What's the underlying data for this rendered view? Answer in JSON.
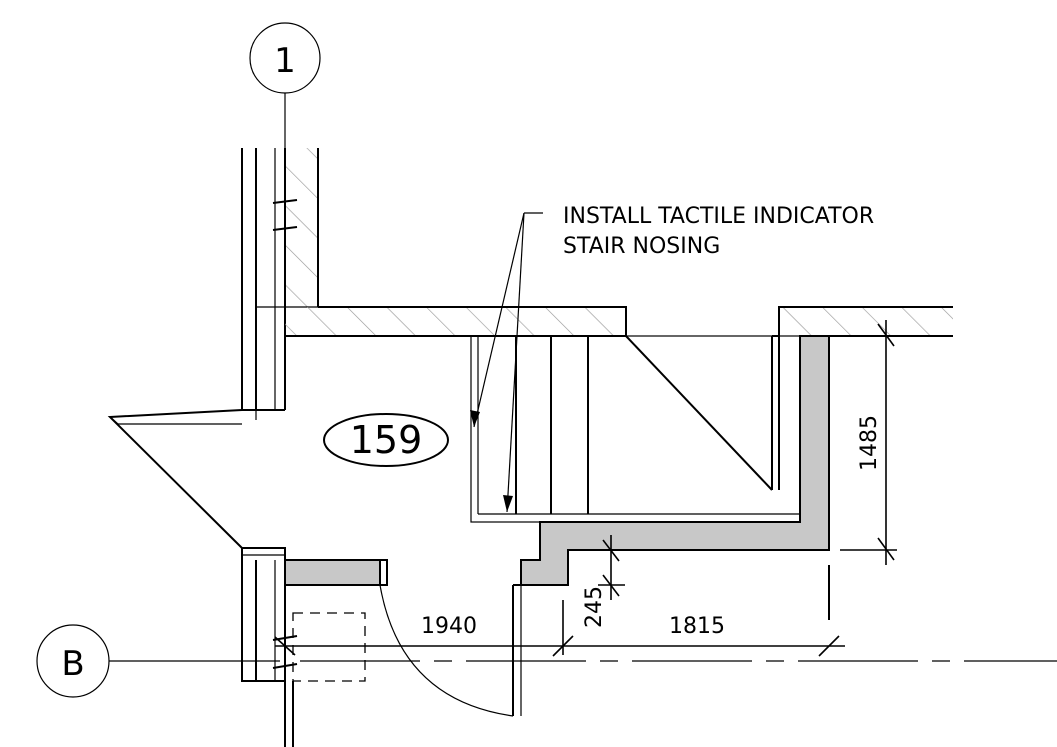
{
  "gridlines": {
    "column": "1",
    "row": "B"
  },
  "room_tag": "159",
  "note": {
    "line1": "INSTALL TACTILE INDICATOR",
    "line2": "STAIR NOSING"
  },
  "dimensions": {
    "stair_depth": "1485",
    "step_offset": "245",
    "door_run": "1940",
    "landing_run": "1815"
  },
  "colors": {
    "linework": "#000000",
    "hatch": "#9a9a9a",
    "solid_fill": "#c8c8c8"
  }
}
